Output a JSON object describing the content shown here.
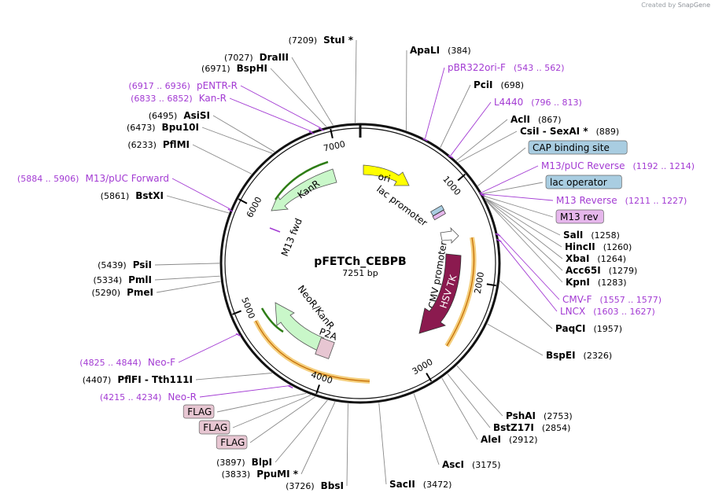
{
  "credit": {
    "prefix": "Created by",
    "brand": "SnapGene"
  },
  "plasmid": {
    "name": "pFETCh_CEBPB",
    "size": "7251 bp",
    "length": 7251
  },
  "ticks": [
    "1000",
    "2000",
    "3000",
    "4000",
    "5000",
    "6000",
    "7000"
  ],
  "features": [
    {
      "label": "ori",
      "color": "#ffff00"
    },
    {
      "label": "lac promoter",
      "color": "#ffffff"
    },
    {
      "label": "CMV promoter",
      "color": "#ffffff"
    },
    {
      "label": "HSV TK",
      "color": "#8b1a4f"
    },
    {
      "label": "NeoR/KanR",
      "color": "#c9f7c9"
    },
    {
      "label": "P2A",
      "color": "#e7c6d2"
    },
    {
      "label": "KanR",
      "color": "#c9f7c9"
    },
    {
      "label": "M13 fwd",
      "color": "#ffffff"
    }
  ],
  "right_labels": [
    {
      "name": "ApaLI",
      "pos": "(384)",
      "type": "enzyme"
    },
    {
      "name": "pBR322ori-F",
      "pos": "(543 .. 562)",
      "type": "primer"
    },
    {
      "name": "PciI",
      "pos": "(698)",
      "type": "enzyme"
    },
    {
      "name": "L4440",
      "pos": "(796 .. 813)",
      "type": "primer"
    },
    {
      "name": "AclI",
      "pos": "(867)",
      "type": "enzyme"
    },
    {
      "name": "CsiI - SexAI *",
      "pos": "(889)",
      "type": "enzyme"
    },
    {
      "name": "CAP binding site",
      "pos": "",
      "type": "boxed",
      "color": "#a9cde1"
    },
    {
      "name": "M13/pUC Reverse",
      "pos": "(1192 .. 1214)",
      "type": "primer"
    },
    {
      "name": "lac operator",
      "pos": "",
      "type": "boxed",
      "color": "#a9cde1"
    },
    {
      "name": "M13 Reverse",
      "pos": "(1211 .. 1227)",
      "type": "primer"
    },
    {
      "name": "M13 rev",
      "pos": "",
      "type": "boxed",
      "color": "#e6b7ec"
    },
    {
      "name": "SalI",
      "pos": "(1258)",
      "type": "enzyme"
    },
    {
      "name": "HincII",
      "pos": "(1260)",
      "type": "enzyme"
    },
    {
      "name": "XbaI",
      "pos": "(1264)",
      "type": "enzyme"
    },
    {
      "name": "Acc65I",
      "pos": "(1279)",
      "type": "enzyme"
    },
    {
      "name": "KpnI",
      "pos": "(1283)",
      "type": "enzyme"
    },
    {
      "name": "CMV-F",
      "pos": "(1557 .. 1577)",
      "type": "primer"
    },
    {
      "name": "LNCX",
      "pos": "(1603 .. 1627)",
      "type": "primer"
    },
    {
      "name": "PaqCI",
      "pos": "(1957)",
      "type": "enzyme"
    },
    {
      "name": "BspEI",
      "pos": "(2326)",
      "type": "enzyme"
    },
    {
      "name": "PshAI",
      "pos": "(2753)",
      "type": "enzyme"
    },
    {
      "name": "BstZ17I",
      "pos": "(2854)",
      "type": "enzyme"
    },
    {
      "name": "AleI",
      "pos": "(2912)",
      "type": "enzyme"
    },
    {
      "name": "AscI",
      "pos": "(3175)",
      "type": "enzyme"
    },
    {
      "name": "SacII",
      "pos": "(3472)",
      "type": "enzyme"
    }
  ],
  "left_labels": [
    {
      "name": "StuI *",
      "pos": "(7209)",
      "type": "enzyme"
    },
    {
      "name": "DraIII",
      "pos": "(7027)",
      "type": "enzyme"
    },
    {
      "name": "BspHI",
      "pos": "(6971)",
      "type": "enzyme"
    },
    {
      "name": "pENTR-R",
      "pos": "(6917 .. 6936)",
      "type": "primer"
    },
    {
      "name": "Kan-R",
      "pos": "(6833 .. 6852)",
      "type": "primer"
    },
    {
      "name": "AsiSI",
      "pos": "(6495)",
      "type": "enzyme"
    },
    {
      "name": "Bpu10I",
      "pos": "(6473)",
      "type": "enzyme"
    },
    {
      "name": "PflMI",
      "pos": "(6233)",
      "type": "enzyme"
    },
    {
      "name": "M13/pUC Forward",
      "pos": "(5884 .. 5906)",
      "type": "primer"
    },
    {
      "name": "BstXI",
      "pos": "(5861)",
      "type": "enzyme"
    },
    {
      "name": "PsiI",
      "pos": "(5439)",
      "type": "enzyme"
    },
    {
      "name": "PmlI",
      "pos": "(5334)",
      "type": "enzyme"
    },
    {
      "name": "PmeI",
      "pos": "(5290)",
      "type": "enzyme"
    },
    {
      "name": "Neo-F",
      "pos": "(4825 .. 4844)",
      "type": "primer"
    },
    {
      "name": "PflFI - Tth111I",
      "pos": "(4407)",
      "type": "enzyme"
    },
    {
      "name": "Neo-R",
      "pos": "(4215 .. 4234)",
      "type": "primer"
    },
    {
      "name": "FLAG",
      "pos": "",
      "type": "boxed",
      "color": "#e7c6d2"
    },
    {
      "name": "FLAG",
      "pos": "",
      "type": "boxed",
      "color": "#e7c6d2"
    },
    {
      "name": "FLAG",
      "pos": "",
      "type": "boxed",
      "color": "#e7c6d2"
    },
    {
      "name": "BlpI",
      "pos": "(3897)",
      "type": "enzyme"
    },
    {
      "name": "PpuMI *",
      "pos": "(3833)",
      "type": "enzyme"
    },
    {
      "name": "BbsI",
      "pos": "(3726)",
      "type": "enzyme"
    }
  ]
}
